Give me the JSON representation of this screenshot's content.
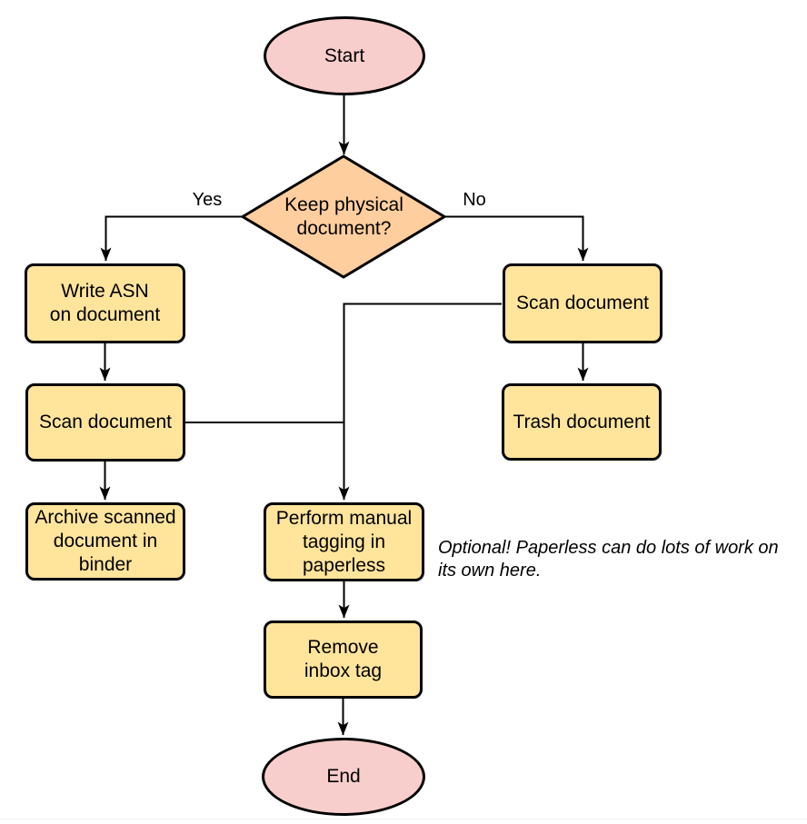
{
  "colors": {
    "terminal_fill": "#f8cecc",
    "decision_fill": "#ffce9e",
    "process_fill": "#ffe49c",
    "stroke": "#000000",
    "background": "#ffffff",
    "footer_rule": "#f0f0f0"
  },
  "nodes": {
    "start": {
      "shape": "ellipse",
      "label": "Start"
    },
    "decision": {
      "shape": "diamond",
      "label": [
        "Keep physical",
        "document?"
      ]
    },
    "write_asn": {
      "shape": "process",
      "label": [
        "Write ASN",
        "on document"
      ]
    },
    "scan_left": {
      "shape": "process",
      "label": "Scan document"
    },
    "archive": {
      "shape": "process",
      "label": [
        "Archive scanned",
        "document in",
        "binder"
      ]
    },
    "scan_right": {
      "shape": "process",
      "label": "Scan document"
    },
    "trash": {
      "shape": "process",
      "label": "Trash document"
    },
    "perform_tagging": {
      "shape": "process",
      "label": [
        "Perform manual",
        "tagging in",
        "paperless"
      ]
    },
    "remove_inbox": {
      "shape": "process",
      "label": [
        "Remove",
        "inbox tag"
      ]
    },
    "end": {
      "shape": "ellipse",
      "label": "End"
    }
  },
  "edge_labels": {
    "yes": "Yes",
    "no": "No"
  },
  "annotation": {
    "lines": [
      "Optional! Paperless can do lots of work on",
      "its own here."
    ]
  }
}
